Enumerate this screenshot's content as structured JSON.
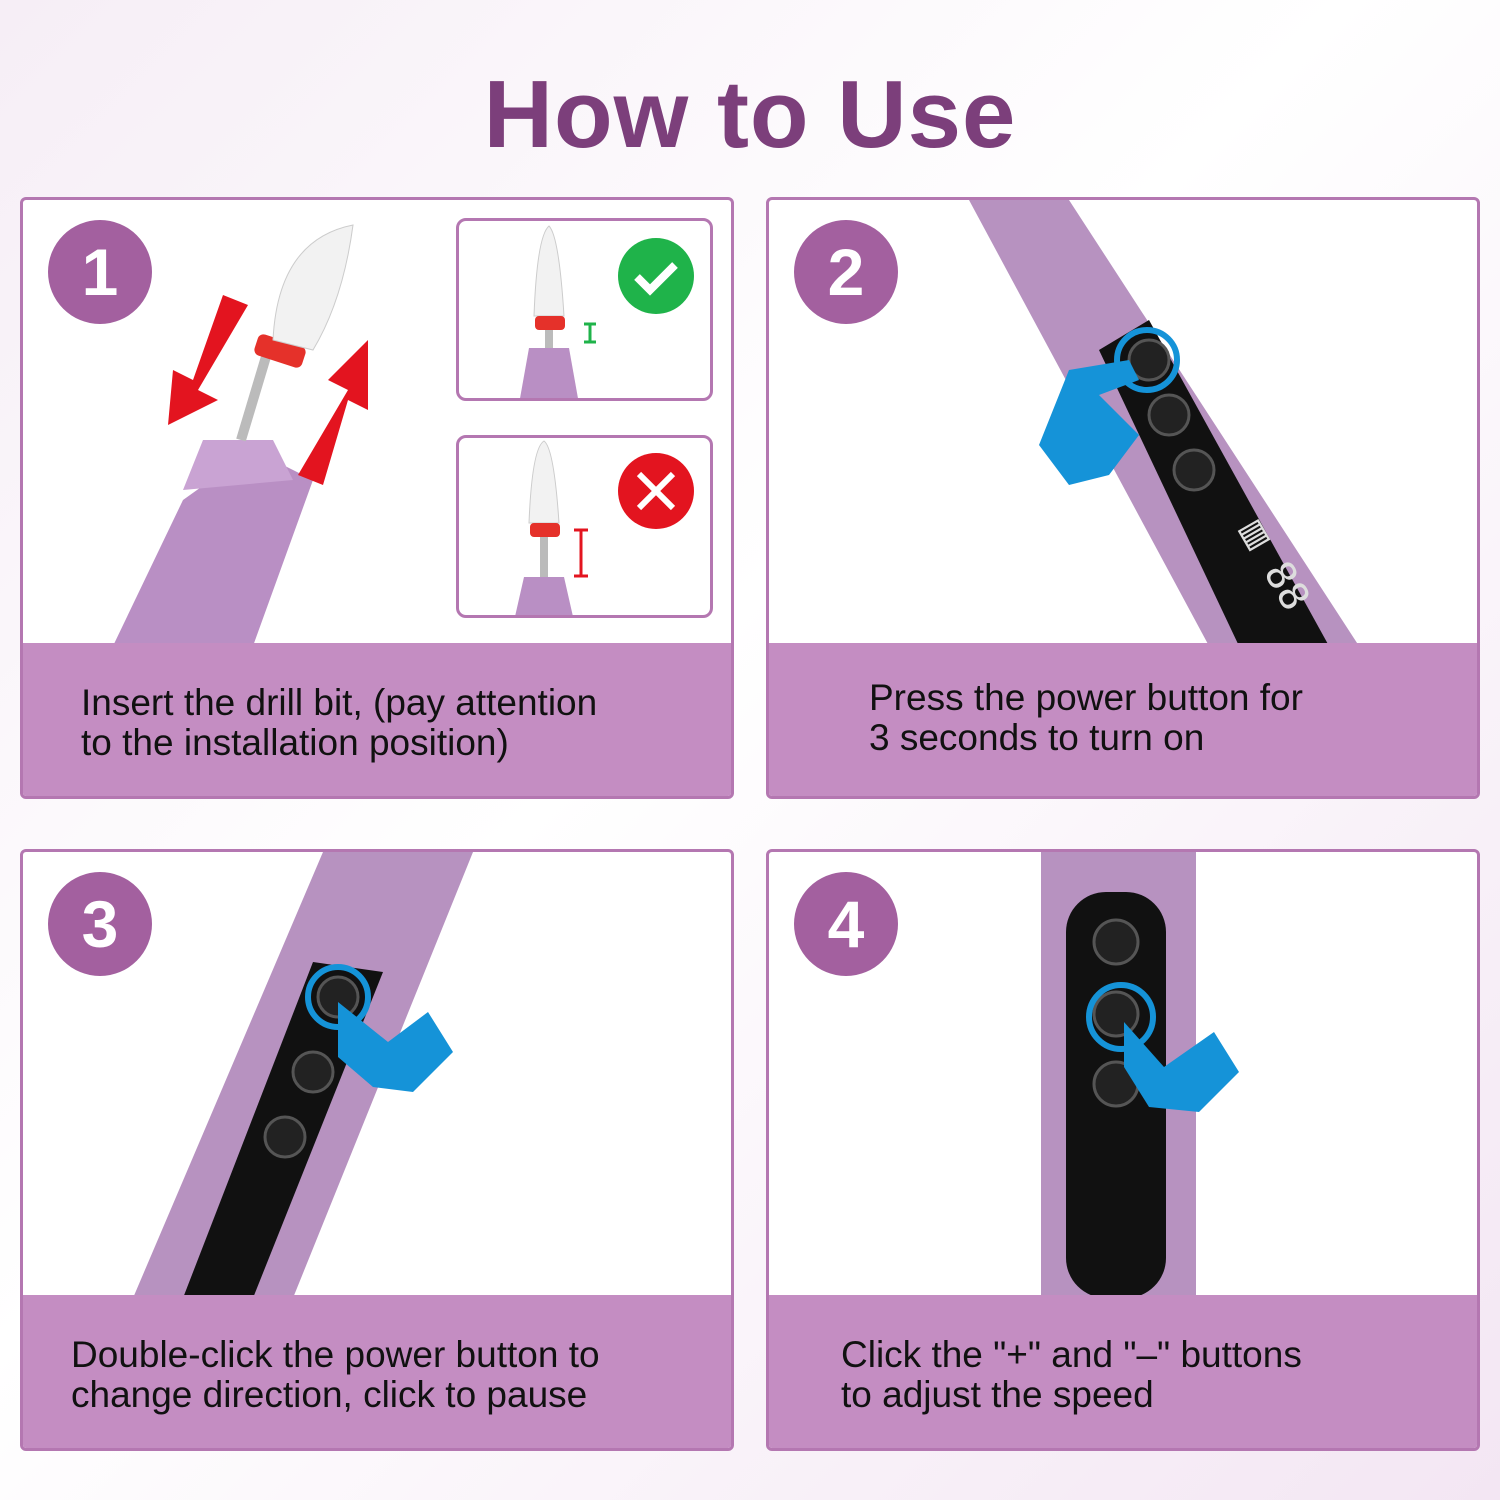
{
  "title": "How to Use",
  "steps": [
    {
      "number": "1",
      "caption_line1": "Insert the drill bit, (pay attention",
      "caption_line2": "to the installation position)"
    },
    {
      "number": "2",
      "caption_line1": "Press the power button for",
      "caption_line2": "3 seconds to turn on"
    },
    {
      "number": "3",
      "caption_line1": "Double-click the power button to",
      "caption_line2": "change direction, click to pause"
    },
    {
      "number": "4",
      "caption_line1": "Click the \"+\" and \"–\" buttons",
      "caption_line2": "to adjust the speed"
    }
  ],
  "colors": {
    "title": "#7c3f7b",
    "badge": "#a3609f",
    "caption_bg": "#c48dc2",
    "correct": "#1fb34a",
    "wrong": "#e3141f",
    "hand": "#1593d8"
  }
}
